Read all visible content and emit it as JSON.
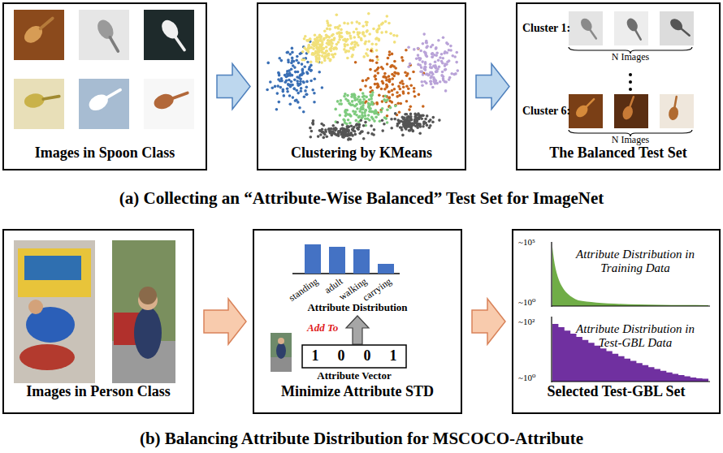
{
  "diagram": {
    "nodes": [
      {
        "text": [
          "Images in Spoon Class"
        ]
      },
      {
        "text": [
          "Clustering by KMeans"
        ]
      },
      {
        "text": [
          "The Balanced Test Set"
        ]
      },
      {
        "text": [
          "Images in Person Class"
        ]
      },
      {
        "text": [
          "Minimize Attribute STD"
        ]
      },
      {
        "text": [
          "Selected Test-GBL Set"
        ]
      }
    ],
    "edges": [
      {
        "from": 0,
        "to": 1,
        "arrow": "to"
      },
      {
        "from": 1,
        "to": 2,
        "arrow": "to"
      },
      {
        "from": 3,
        "to": 4,
        "arrow": "to"
      },
      {
        "from": 4,
        "to": 5,
        "arrow": "to"
      }
    ],
    "labels": [
      "Cluster 1:",
      "N Images",
      "Cluster 6:",
      "N Images",
      "standing",
      "adult",
      "walking",
      "carrying",
      "Attribute Distribution",
      "Add To",
      "1",
      "0",
      "0",
      "1",
      "Attribute Vector",
      "~10⁵",
      "~10⁰",
      "Attribute Distribution in Training Data",
      "~10²",
      "~10⁰",
      "Attribute Distribution in Test-GBL Data",
      "(a) Collecting an “Attribute-Wise Balanced” Test Set for ImageNet",
      "(b) Balancing Attribute Distribution for MSCOCO-Attribute"
    ]
  }
}
